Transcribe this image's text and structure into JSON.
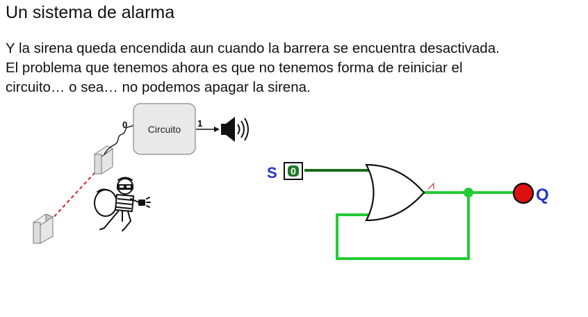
{
  "slide": {
    "title": "Un sistema de alarma",
    "paragraph": [
      "Y la sirena queda encendida aun cuando la barrera se encuentra desactivada.",
      "El problema que tenemos ahora es que no tenemos forma de reiniciar el",
      "circuito… o sea… no podemos apagar la sirena."
    ]
  },
  "alarm_diagram": {
    "input_value": "0",
    "box_label": "Circuito",
    "output_value": "1"
  },
  "logic_circuit": {
    "input_label": "S",
    "input_switch_value": "0",
    "output_label": "Q",
    "colors": {
      "wire_on": "#22cc33",
      "wire_off": "#1a6b1a",
      "label": "#2233cc",
      "led": "#e01010"
    }
  }
}
